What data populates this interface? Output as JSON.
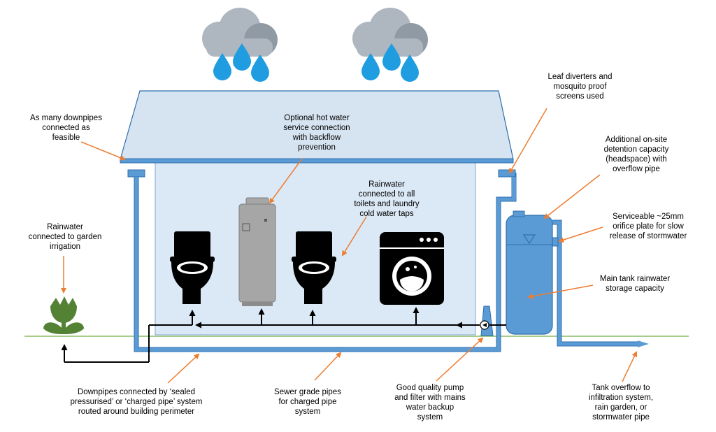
{
  "labels": {
    "downpipes": "As many downpipes\nconnected as\nfeasible",
    "hot_water": "Optional hot water\nservice connection\nwith backflow\nprevention",
    "rainwater_toilets": "Rainwater\nconnected to  all\ntoilets and laundry\ncold water taps",
    "leaf_diverters": "Leaf diverters and\nmosquito proof\nscreens used",
    "detention": "Additional on-site\ndetention capacity\n(headspace) with\noverflow pipe",
    "orifice": "Serviceable ~25mm\norifice plate for slow\nrelease of stormwater",
    "main_tank": "Main tank rainwater\nstorage capacity",
    "garden": "Rainwater\nconnected to garden\nirrigation",
    "sealed_pipes": "Downpipes connected by ‘sealed\npressurised’ or ‘charged pipe’ system\nrouted around building perimeter",
    "sewer_pipes": "Sewer grade pipes\nfor charged pipe\nsystem",
    "pump": "Good quality pump\nand filter with mains\nwater backup\nsystem",
    "tank_overflow": "Tank overflow to\ninfiltration system,\nrain garden, or\nstormwater pipe"
  },
  "colors": {
    "pipe": "#5b9bd5",
    "pipe_edge": "#2f6fae",
    "roof": "#d6e3f0",
    "house": "#dbe8f5",
    "arrow": "#ed7d31",
    "ground": "#70ad47",
    "cloud": "#aeb6bf",
    "drop": "#1f9de0",
    "plant": "#548235",
    "heater": "#a6a6a6"
  },
  "icons": [
    "rain-cloud-icon",
    "toilet-icon",
    "water-heater-icon",
    "washing-machine-icon",
    "plant-icon",
    "pump-icon",
    "water-tank-icon"
  ]
}
